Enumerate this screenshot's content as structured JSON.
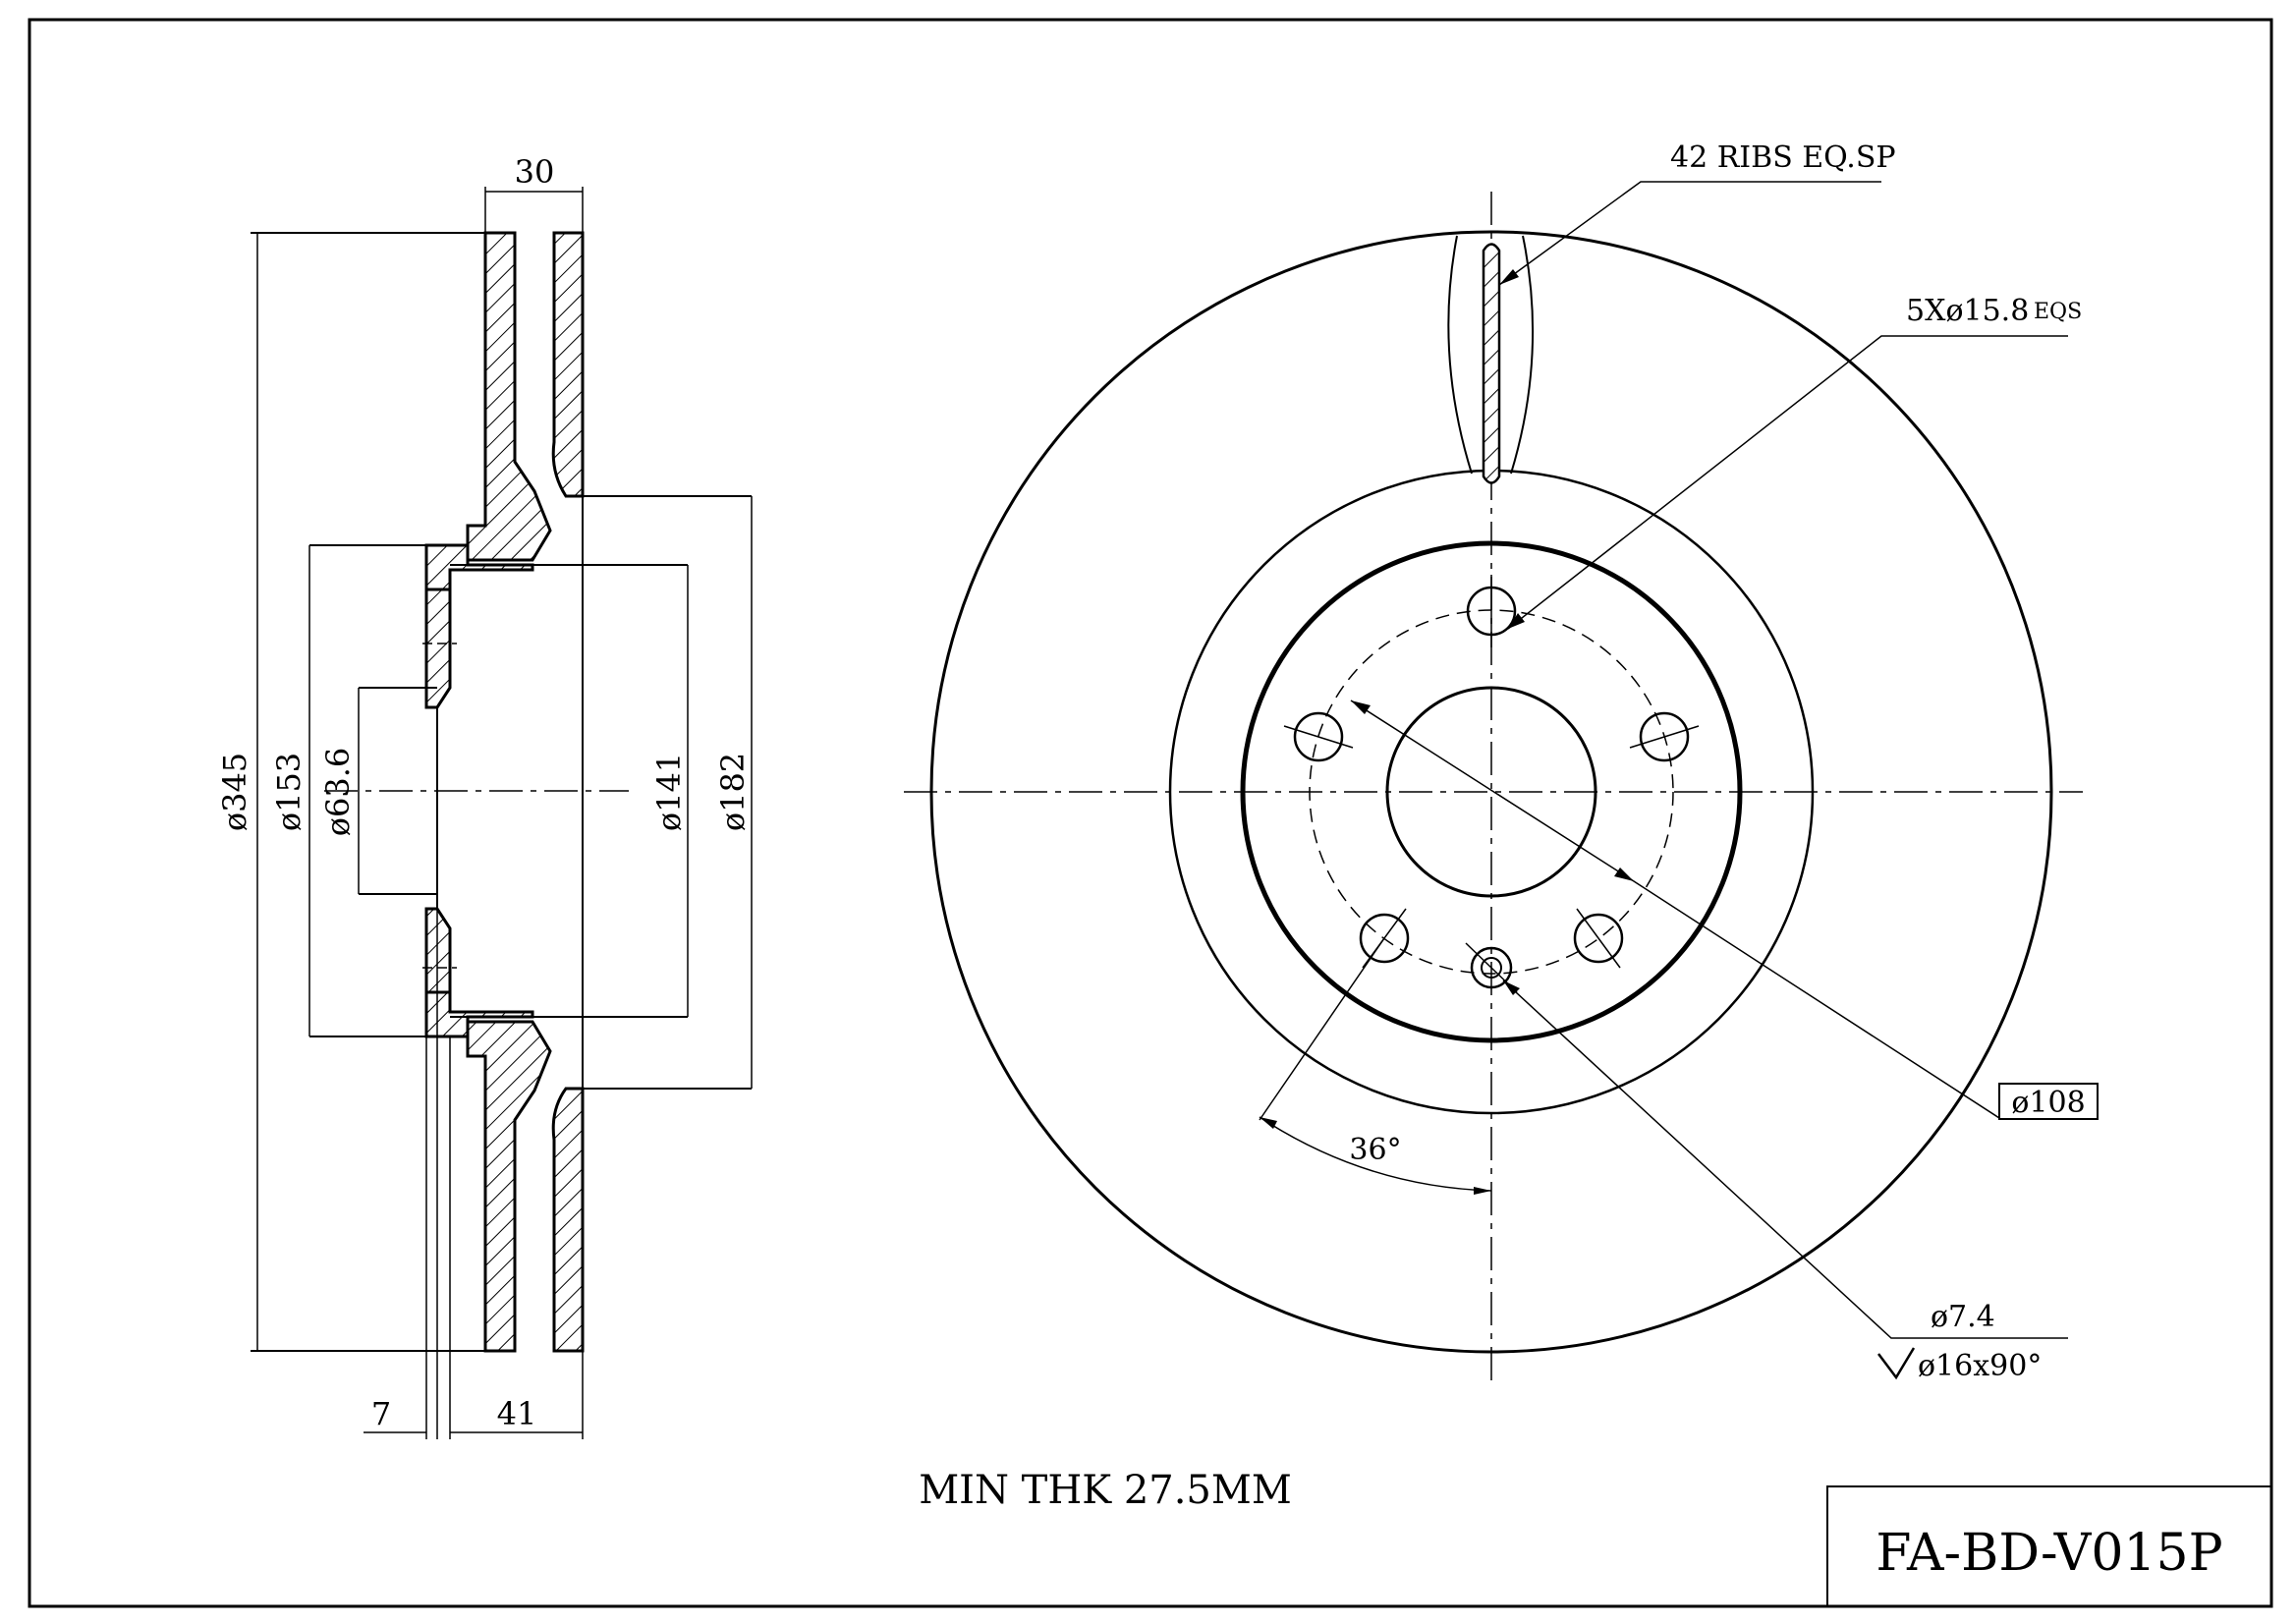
{
  "drawing": {
    "ink_color": "#000000",
    "paper_color": "#ffffff",
    "part_number": "FA-BD-V015P",
    "min_thickness_note": "MIN THK 27.5MM"
  },
  "side_view": {
    "dim_width": "30",
    "dim_diameter_outer": "ø345",
    "dim_diameter_hat": "ø153",
    "dim_diameter_bore": "ø63.6",
    "dim_diameter_inner": "ø141",
    "dim_diameter_friction": "ø182",
    "dim_flange": "7",
    "dim_offset": "41"
  },
  "front_view": {
    "note_ribs": "42 RIBS EQ.SP",
    "note_bolt_holes": "5Xø15.8",
    "note_bolt_holes_suffix": "EQS",
    "note_pcd": "ø108",
    "note_small_hole": "ø7.4",
    "note_countersink": "ø16x90°",
    "note_angle": "36°"
  }
}
